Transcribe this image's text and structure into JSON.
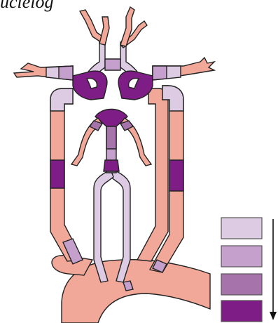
{
  "caption": "ucleiog",
  "colors": {
    "background": "#ffffff",
    "baseline": "#f2a898",
    "stage_1": "#dccbe2",
    "stage_2": "#c6a0cc",
    "stage_3": "#a674ab",
    "stage_4": "#7f1d86",
    "outline": "#222222"
  },
  "legend": {
    "levels": [
      "stage_1",
      "stage_2",
      "stage_3",
      "stage_4"
    ],
    "arrow": "down-arrow-icon"
  }
}
